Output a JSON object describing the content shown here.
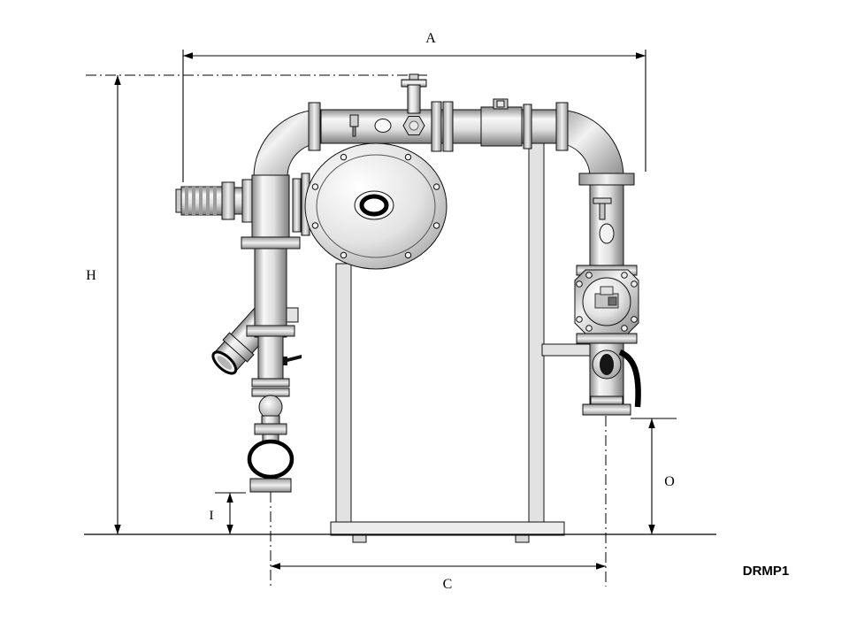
{
  "drawing": {
    "code": "DRMP1",
    "dimension_labels": {
      "a": "A",
      "h": "H",
      "i": "I",
      "c": "C",
      "o": "O"
    }
  },
  "colors": {
    "background": "#ffffff",
    "line": "#000000",
    "metal_light": "#f6f6f6",
    "metal_mid": "#d8d8d8",
    "metal_dark": "#848484",
    "handle_black": "#111111"
  }
}
